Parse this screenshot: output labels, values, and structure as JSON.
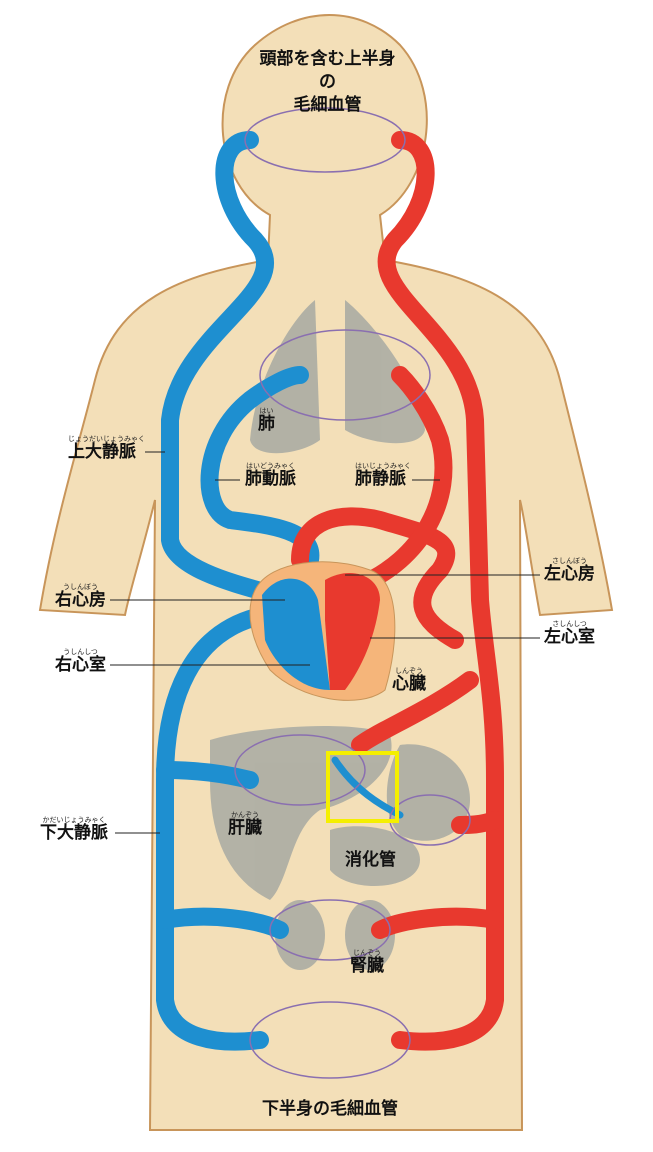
{
  "title_top": [
    "頭部を含む上半身の",
    "毛細血管"
  ],
  "title_bottom": "下半身の毛細血管",
  "labels": {
    "lung": {
      "text": "肺",
      "ruby": "はい"
    },
    "svc": {
      "text": "上大静脈",
      "ruby": "じょうだいじょうみゃく"
    },
    "pulmonary_artery": {
      "text": "肺動脈",
      "ruby": "はいどうみゃく"
    },
    "pulmonary_vein": {
      "text": "肺静脈",
      "ruby": "はいじょうみゃく"
    },
    "left_atrium": {
      "text": "左心房",
      "ruby": "さしんぼう"
    },
    "right_atrium": {
      "text": "右心房",
      "ruby": "うしんぼう"
    },
    "left_ventricle": {
      "text": "左心室",
      "ruby": "さしんしつ"
    },
    "right_ventricle": {
      "text": "右心室",
      "ruby": "うしんしつ"
    },
    "heart": {
      "text": "心臓",
      "ruby": "しんぞう"
    },
    "liver": {
      "text": "肝臓",
      "ruby": "かんぞう"
    },
    "ivc": {
      "text": "下大静脈",
      "ruby": "かだいじょうみゃく"
    },
    "digestive": {
      "text": "消化管",
      "ruby": ""
    },
    "kidney": {
      "text": "腎臓",
      "ruby": "じんぞう"
    }
  },
  "colors": {
    "skin": "#f3dfb8",
    "outline": "#c8955a",
    "vein": "#1e8fd0",
    "artery": "#e8392e",
    "organ": "#a7aaa2",
    "highlight": "#f5ef00"
  }
}
